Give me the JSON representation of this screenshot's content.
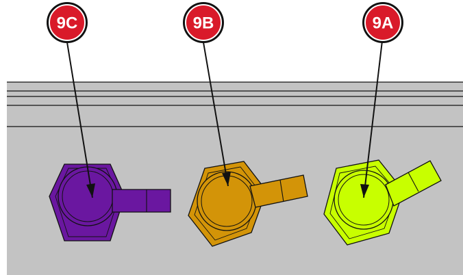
{
  "labels": {
    "c": "9C",
    "b": "9B",
    "a": "9A"
  },
  "colors": {
    "panel": "#c3c3c3",
    "panel_lines": "#111111",
    "callout_fill": "#d91a2a",
    "callout_ring": "#111111",
    "fitting_c": "#6a17a0",
    "fitting_b": "#d39408",
    "fitting_a": "#c8ff00"
  }
}
